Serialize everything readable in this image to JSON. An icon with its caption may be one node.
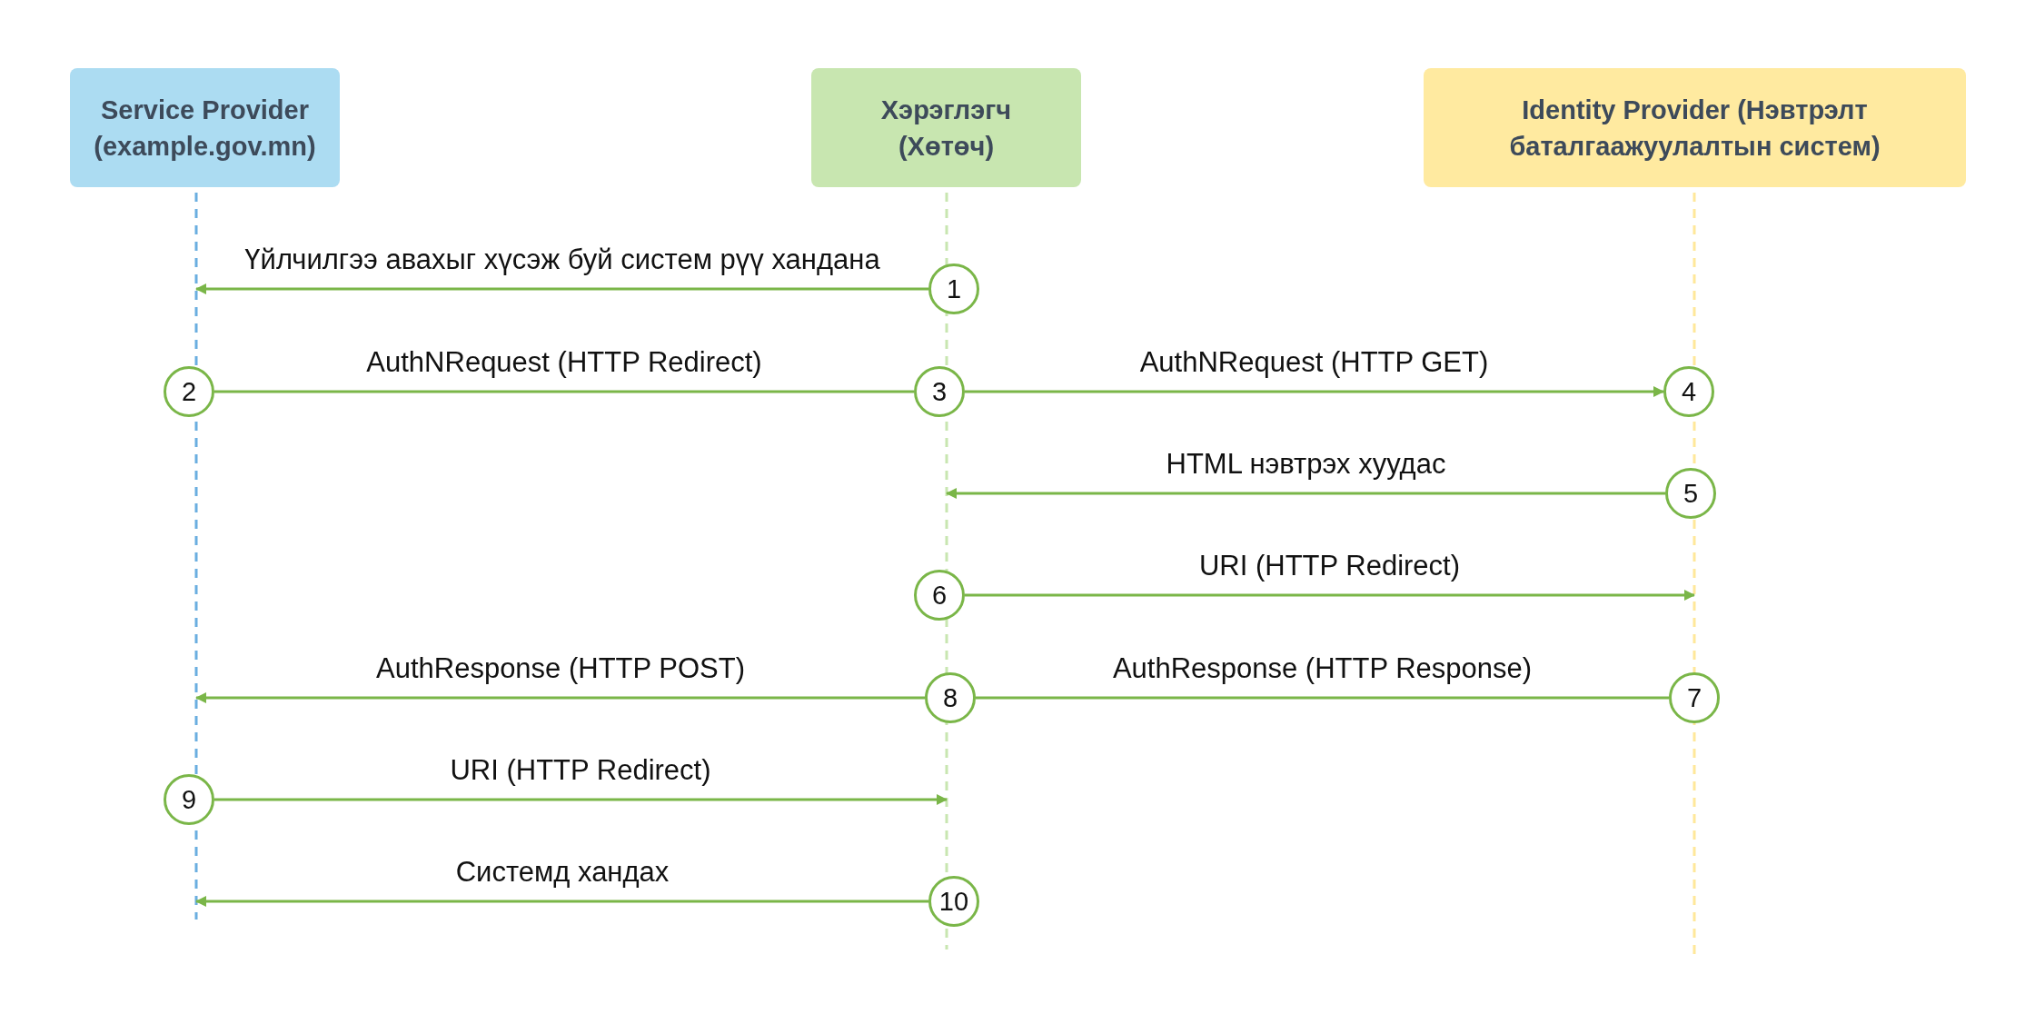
{
  "diagram": {
    "nodes": [
      {
        "text": [
          "Service Provider (example.gov.mn)"
        ]
      },
      {
        "text": [
          "Хэрэглэгч (Хөтөч)"
        ]
      },
      {
        "text": [
          "Identity Provider (Нэвтрэлт баталгаажуулалтын систем)"
        ]
      },
      {
        "text": [
          "1"
        ]
      },
      {
        "text": [
          "2"
        ]
      },
      {
        "text": [
          "3"
        ]
      },
      {
        "text": [
          "4"
        ]
      },
      {
        "text": [
          "5"
        ]
      },
      {
        "text": [
          "6"
        ]
      },
      {
        "text": [
          "7"
        ]
      },
      {
        "text": [
          "8"
        ]
      },
      {
        "text": [
          "9"
        ]
      },
      {
        "text": [
          "10"
        ]
      }
    ],
    "edges": [
      {
        "from": 3,
        "to": null,
        "arrow": "to",
        "label": "Үйлчилгээ авахыг хүсэж буй систем рүү хандана"
      },
      {
        "from": 4,
        "to": 5,
        "arrow": "none",
        "label": "AuthNRequest (HTTP Redirect)"
      },
      {
        "from": 5,
        "to": 6,
        "arrow": "to",
        "label": "AuthNRequest (HTTP GET)"
      },
      {
        "from": 7,
        "to": null,
        "arrow": "to",
        "label": "HTML нэвтрэх хуудас"
      },
      {
        "from": 8,
        "to": null,
        "arrow": "to",
        "label": "URI (HTTP Redirect)"
      },
      {
        "from": 9,
        "to": 10,
        "arrow": "none",
        "label": "AuthResponse (HTTP Response)"
      },
      {
        "from": 10,
        "to": null,
        "arrow": "to",
        "label": "AuthResponse (HTTP POST)"
      },
      {
        "from": 11,
        "to": null,
        "arrow": "to",
        "label": "URI (HTTP Redirect)"
      },
      {
        "from": 12,
        "to": null,
        "arrow": "to",
        "label": "Системд хандах"
      }
    ]
  }
}
